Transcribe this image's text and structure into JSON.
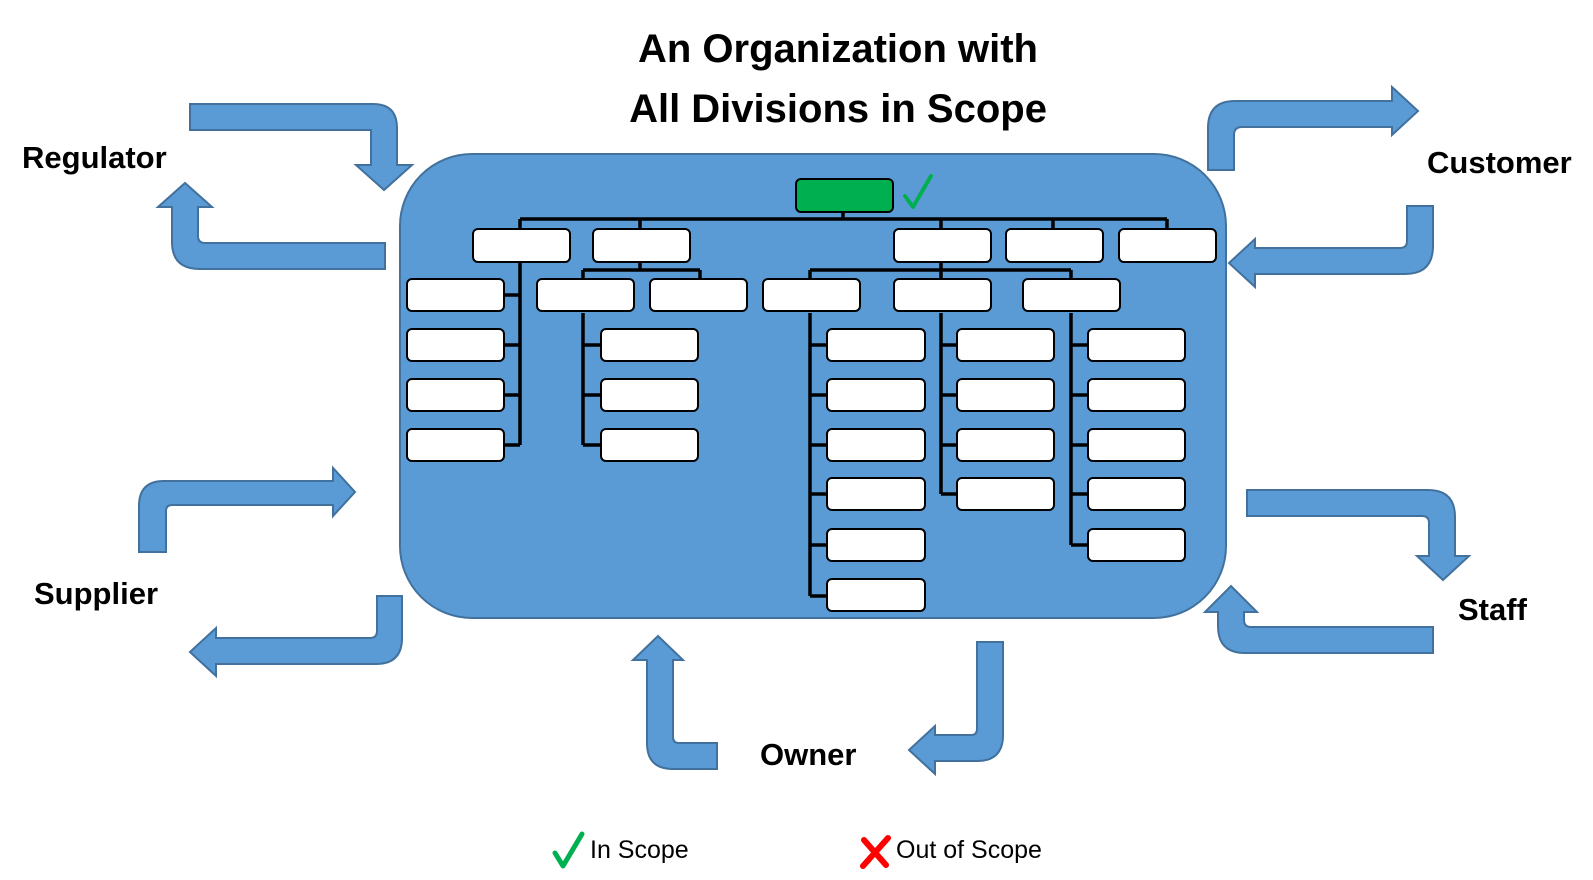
{
  "title": {
    "line1": "An Organization with",
    "line2": "All Divisions in Scope"
  },
  "stakeholders": {
    "regulator": "Regulator",
    "customer": "Customer",
    "supplier": "Supplier",
    "staff": "Staff",
    "owner": "Owner"
  },
  "org_chart": {
    "top_unit_status": "in-scope",
    "top_unit_color": "#00B050",
    "unit_color": "#ffffff",
    "container_color": "#5B9BD5"
  },
  "legend": {
    "in_scope_label": "In Scope",
    "out_of_scope_label": "Out of Scope",
    "in_scope_color": "#00B050",
    "out_of_scope_color": "#FF0000"
  },
  "colors": {
    "arrow": "#5B9BD5",
    "arrow_border": "#41719C"
  }
}
